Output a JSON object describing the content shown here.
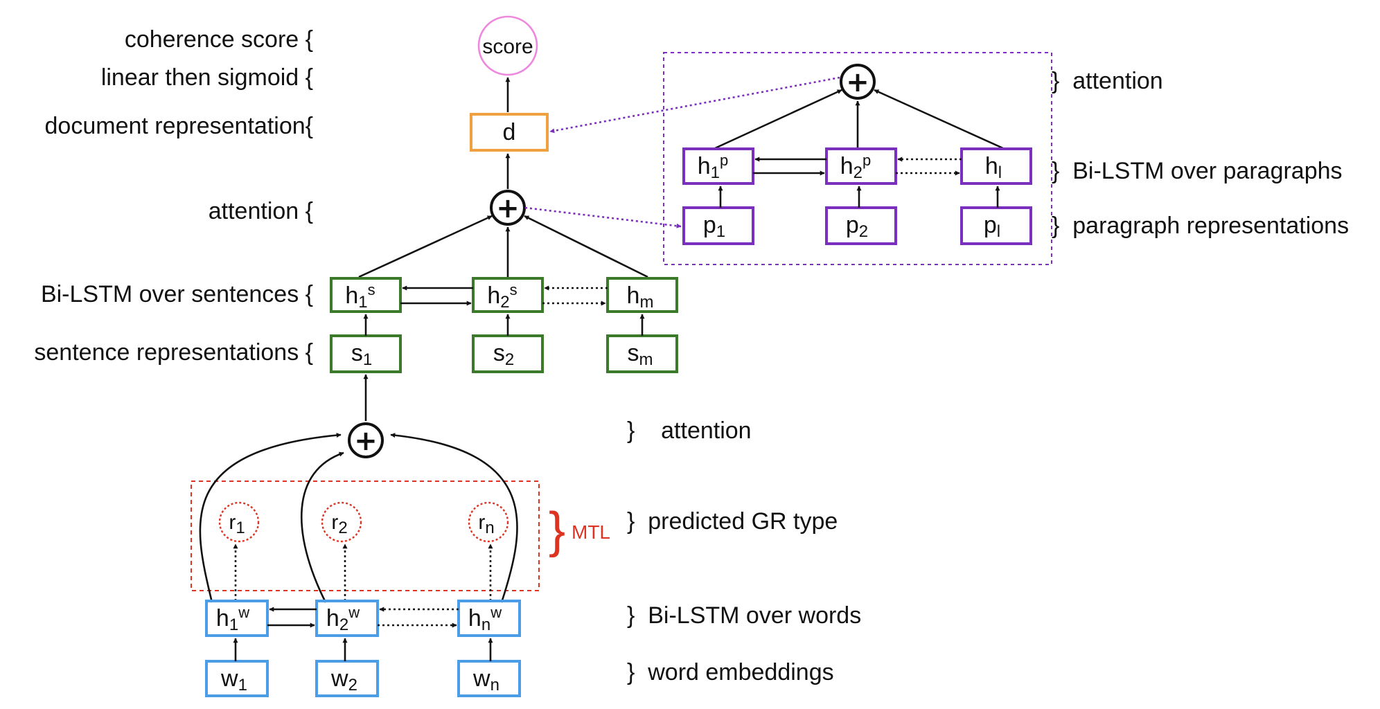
{
  "colors": {
    "word": "#4a9de6",
    "sentence": "#3a7a2a",
    "paragraph": "#7b2fbf",
    "document": "#f0a040",
    "score": "#ee88dd",
    "mtl": "#dd3322",
    "text": "#111111"
  },
  "left_labels": {
    "coherence_score": "coherence score {",
    "linear_sigmoid": "linear then sigmoid {",
    "document_representation": "document representation{",
    "attention": "attention {",
    "bilstm_sentences": "Bi-LSTM over sentences {",
    "sentence_representations": "sentence representations {"
  },
  "right_labels": {
    "attention_words": "}    attention",
    "predicted_gr": "}  predicted GR type",
    "bilstm_words": "}  Bi-LSTM over words",
    "word_embeddings": "}  word embeddings",
    "attention_paragraphs": "}  attention",
    "bilstm_paragraphs": "}  Bi-LSTM over paragraphs",
    "paragraph_representations": "}  paragraph representations"
  },
  "mtl": {
    "brace": "}",
    "label": "MTL"
  },
  "score": {
    "label": "score"
  },
  "document": {
    "label": "d"
  },
  "attention_symbol": "+",
  "words": {
    "w1": {
      "base": "w",
      "sub": "1"
    },
    "w2": {
      "base": "w",
      "sub": "2"
    },
    "wn": {
      "base": "w",
      "sub": "n"
    },
    "h1": {
      "base": "h",
      "sub": "1",
      "sup": "w"
    },
    "h2": {
      "base": "h",
      "sub": "2",
      "sup": "w"
    },
    "hn": {
      "base": "h",
      "sub": "n",
      "sup": "w"
    },
    "r1": {
      "base": "r",
      "sub": "1"
    },
    "r2": {
      "base": "r",
      "sub": "2"
    },
    "rn": {
      "base": "r",
      "sub": "n"
    }
  },
  "sentences": {
    "s1": {
      "base": "s",
      "sub": "1"
    },
    "s2": {
      "base": "s",
      "sub": "2"
    },
    "sm": {
      "base": "s",
      "sub": "m"
    },
    "h1": {
      "base": "h",
      "sub": "1",
      "sup": "s"
    },
    "h2": {
      "base": "h",
      "sub": "2",
      "sup": "s"
    },
    "hm": {
      "base": "h",
      "sub": "m"
    }
  },
  "paragraphs": {
    "p1": {
      "base": "p",
      "sub": "1"
    },
    "p2": {
      "base": "p",
      "sub": "2"
    },
    "pl": {
      "base": "p",
      "sub": "l"
    },
    "h1": {
      "base": "h",
      "sub": "1",
      "sup": "p"
    },
    "h2": {
      "base": "h",
      "sub": "2",
      "sup": "p"
    },
    "hl": {
      "base": "h",
      "sub": "l"
    }
  }
}
